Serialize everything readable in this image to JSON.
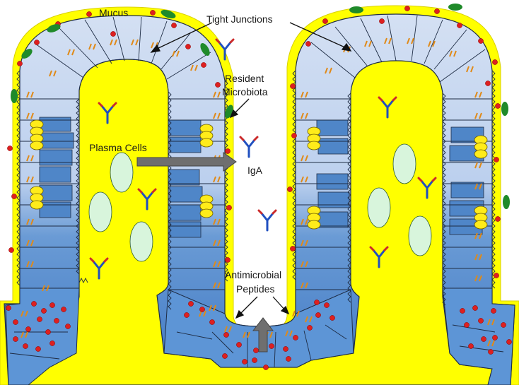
{
  "labels": {
    "mucus": "Mucus",
    "tight_junctions": "Tight Junctions",
    "resident_microbiota_line1": "Resident",
    "resident_microbiota_line2": "Microbiota",
    "plasma_cells": "Plasma Cells",
    "iga": "IgA",
    "antimicrobial_line1": "Antimicrobial",
    "antimicrobial_line2": "Peptides"
  },
  "colors": {
    "mucus": "#ffff00",
    "cell_light": "#c9d8ef",
    "cell_dark": "#4f86c8",
    "crypt_base": "#5d95d6",
    "outline": "#1e2c44",
    "junction": "#e08a18",
    "desmosome": "#ffec1a",
    "amp_dot": "#dd2020",
    "microbe": "#1f8a2a",
    "plasma_cell": "#d8f5dc",
    "antibody_stem": "#1f4fc0",
    "antibody_tip": "#cc2a2a",
    "arrow": "#6f6f6f"
  },
  "icons": {
    "antibody": "igA-antibody-icon",
    "plasma_cell": "plasma-cell-icon",
    "microbe": "microbe-icon",
    "arrow": "arrow-icon"
  }
}
